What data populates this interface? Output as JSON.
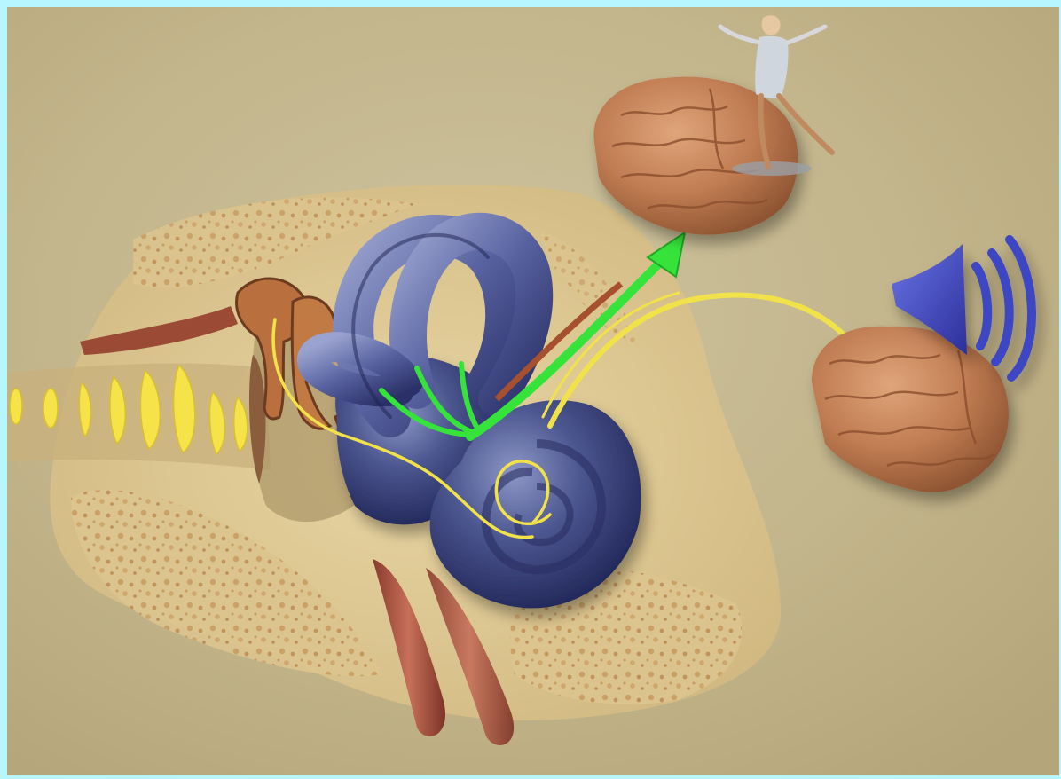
{
  "illustration": {
    "labels": [],
    "components": [
      "sound-waves",
      "ear-canal",
      "middle-ear-ossicles",
      "semicircular-canals",
      "cochlea",
      "vestibular-nerve",
      "cochlear-nerve",
      "balance-brain",
      "hearing-brain",
      "balancing-figure",
      "loudspeaker-icon"
    ],
    "colors": {
      "page_border": "#b7f6ff",
      "background": "#c9bd96",
      "bone": "#dcc692",
      "inner_ear": "#3f4a86",
      "vestibular_pathway": "#35e33a",
      "auditory_pathway": "#f2e24a",
      "sound_waves": "#f6e34a",
      "brain": "#c07c52",
      "speaker": "#3d46c4"
    },
    "sound_wave_count": 8
  }
}
